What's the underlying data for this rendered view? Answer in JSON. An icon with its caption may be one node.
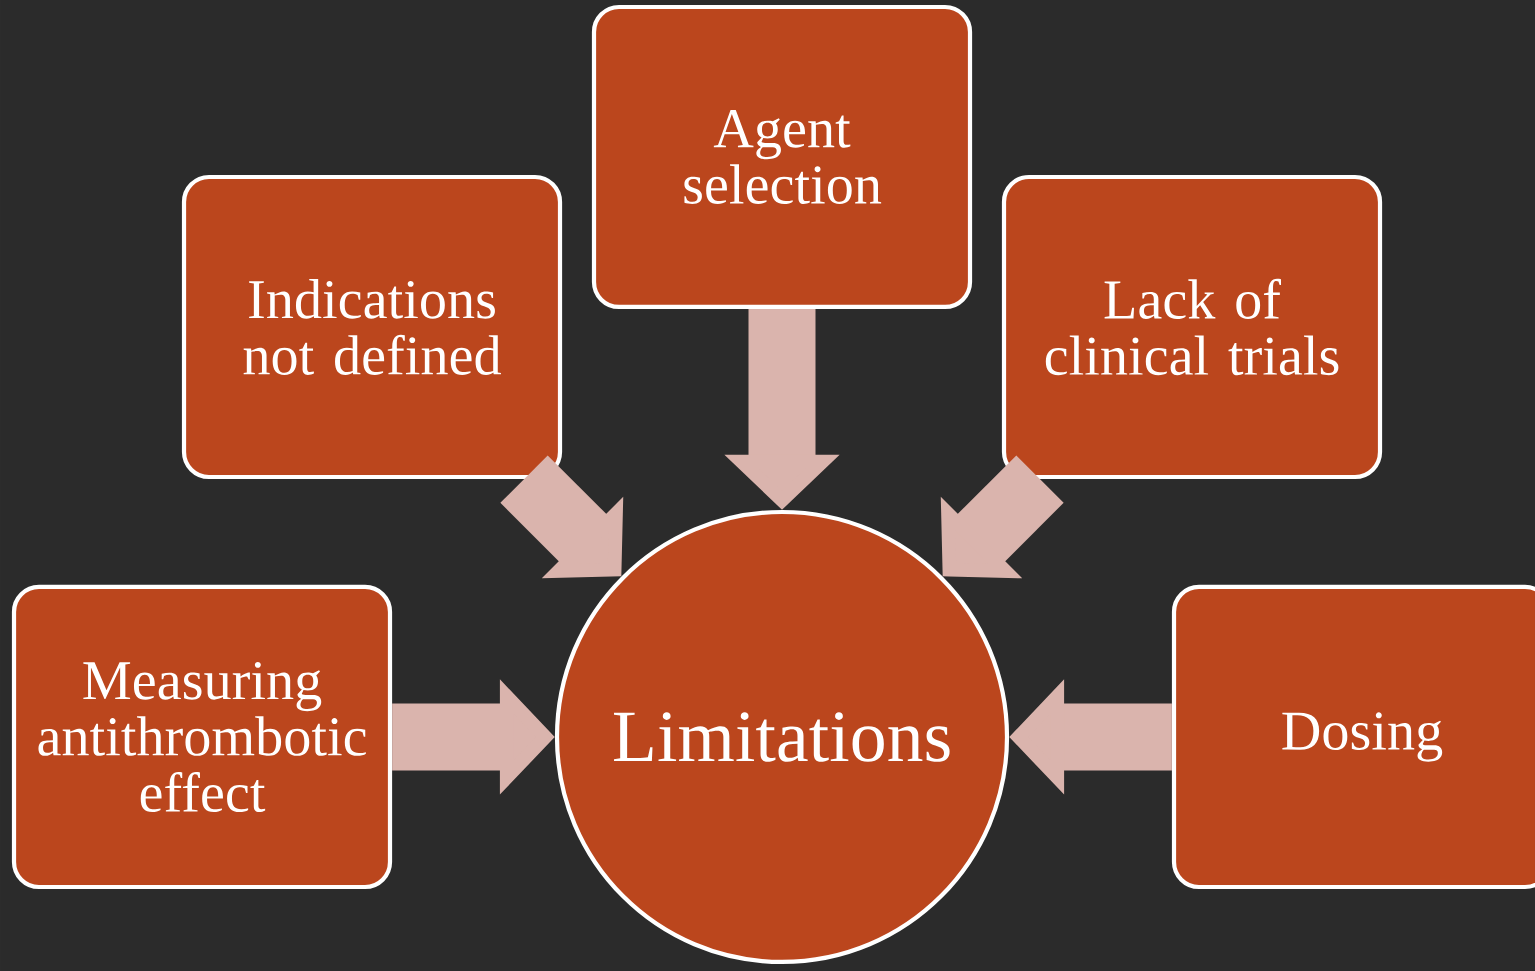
{
  "diagram": {
    "nodes": [
      {
        "text": [
          "Agent selection"
        ]
      },
      {
        "text": [
          "Indications not defined"
        ]
      },
      {
        "text": [
          "Lack of clinical trials"
        ]
      },
      {
        "text": [
          "Measuring antithrombotic effect"
        ]
      },
      {
        "text": [
          "Limitations"
        ]
      },
      {
        "text": [
          "Dosing"
        ]
      }
    ],
    "edges": [
      {
        "from": 0,
        "to": 4,
        "arrow": "to"
      },
      {
        "from": 1,
        "to": 4,
        "arrow": "to"
      },
      {
        "from": 2,
        "to": 4,
        "arrow": "to"
      },
      {
        "from": 3,
        "to": 4,
        "arrow": "to"
      },
      {
        "from": 5,
        "to": 4,
        "arrow": "to"
      }
    ]
  }
}
